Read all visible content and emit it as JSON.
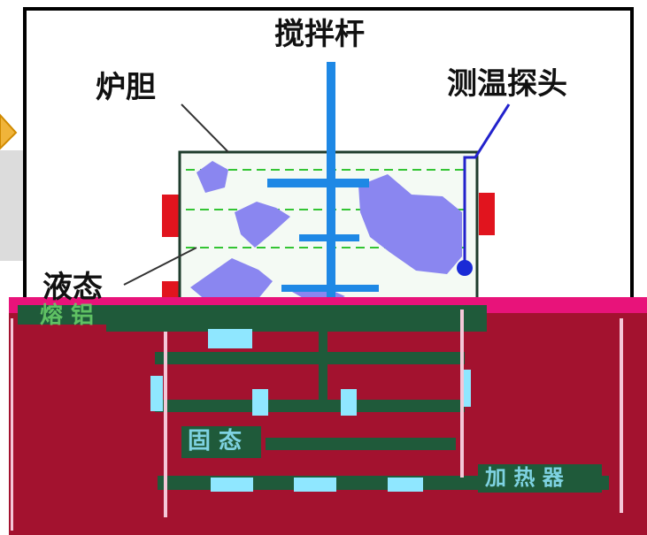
{
  "labels": {
    "stir_rod": "搅拌杆",
    "furnace_liner": "炉胆",
    "temperature_probe": "测温探头",
    "liquid_state": "液态",
    "upper_left_corrupted": "熔 铝",
    "lower_left_corrupted": "固 态",
    "lower_right_corrupted": "加 热 器"
  },
  "colors": {
    "frame": "#000000",
    "liner_fill": "#f4faf4",
    "liner_border": "#1e3c2c",
    "rod": "#1e88e5",
    "solid_blobs": "#8a86f0",
    "liquid_dashes": "#33c433",
    "heater": "#e1141e",
    "probe": "#2222cc",
    "probe_tip": "#1a2bd6",
    "arrow": "#f0b43a",
    "gray_panel": "#dcdcdc",
    "glitch_bg": "#a3122f",
    "glitch_band": "#e8137a",
    "glitch_green": "#1f5a3a",
    "glitch_cyan": "#8fe7ff"
  }
}
